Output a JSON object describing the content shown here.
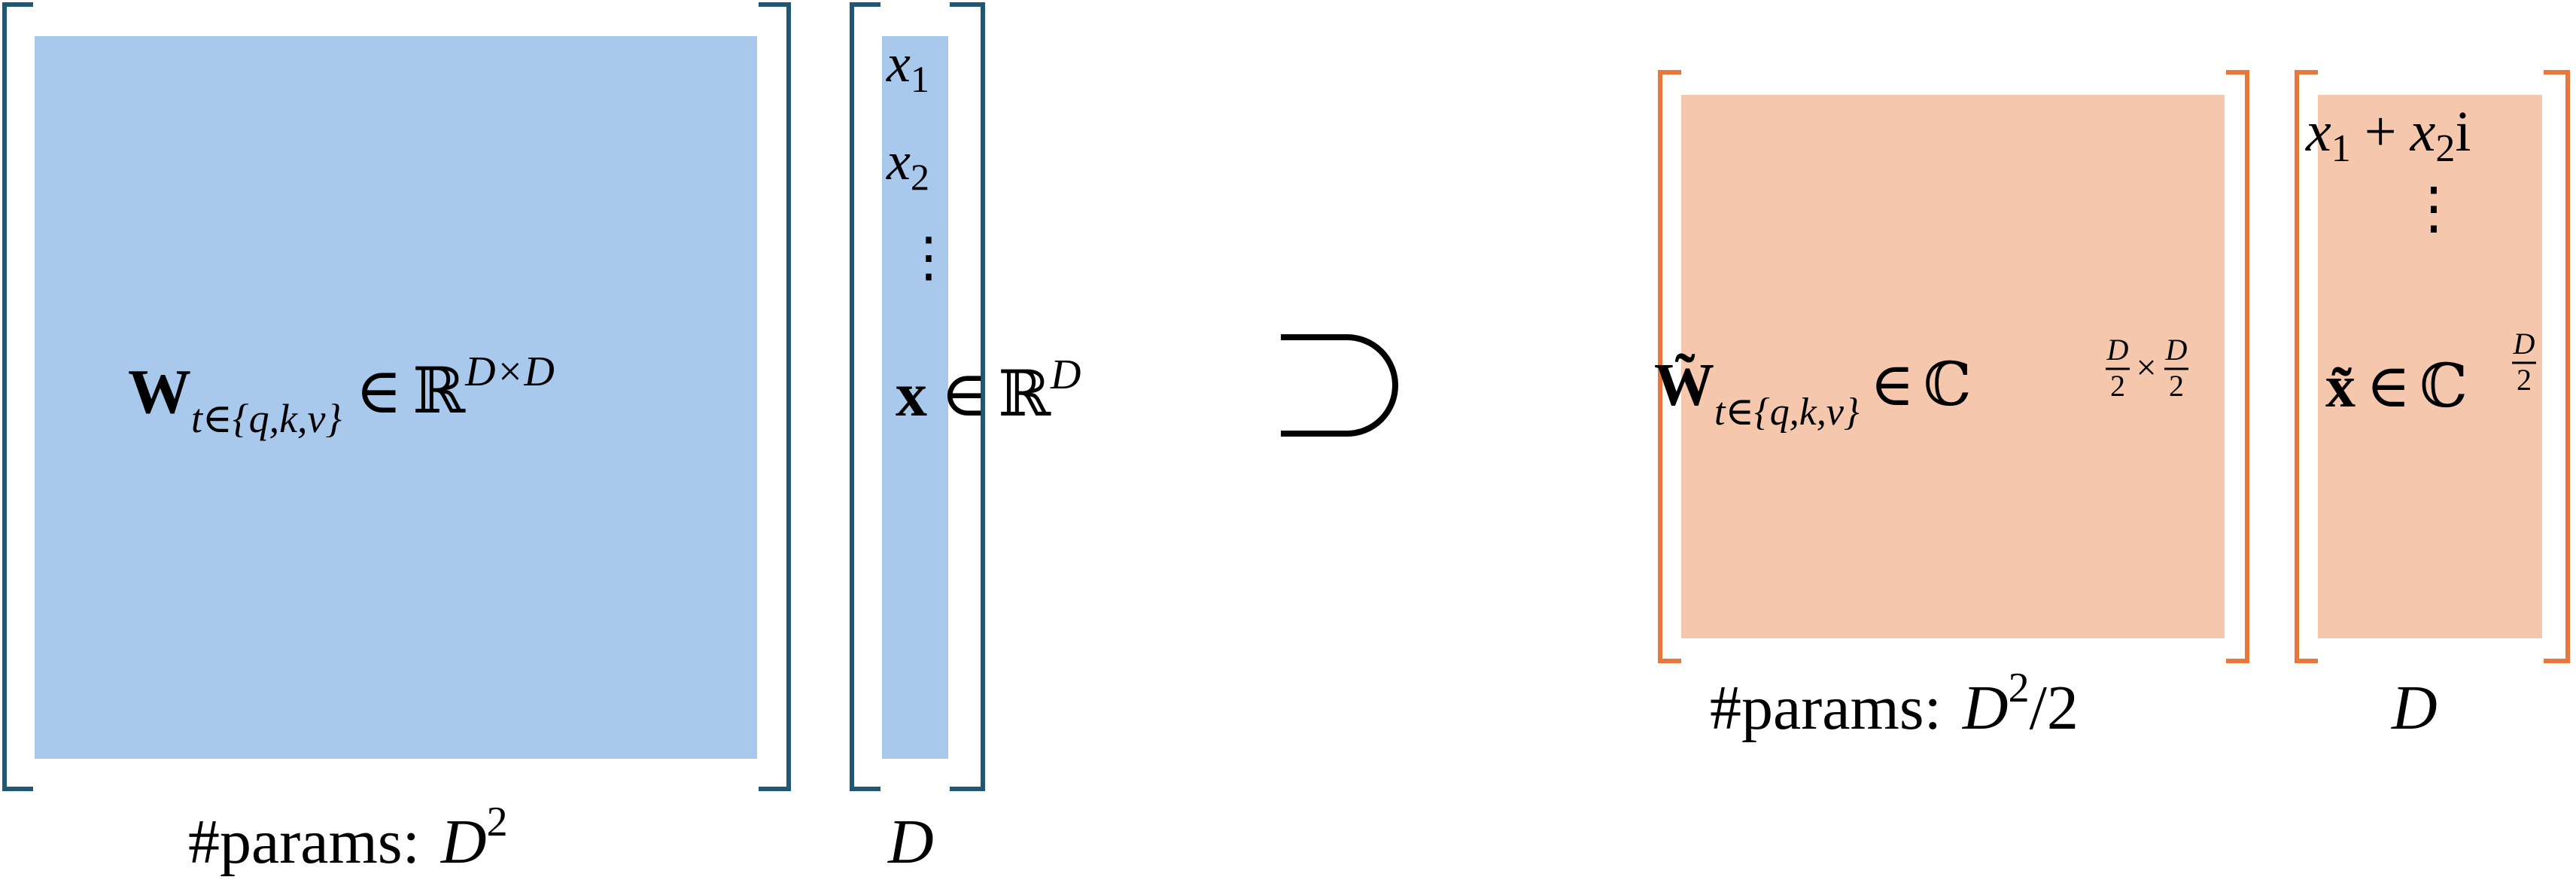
{
  "colors": {
    "real_fill": "#a8c9eb",
    "real_bracket": "#1f5775",
    "complex_fill": "#f5c8ae",
    "complex_bracket": "#e8773a",
    "text": "#000000"
  },
  "real": {
    "weight": {
      "symbol": "W",
      "subscript": "t∈{q,k,v}",
      "in_symbol": "∈",
      "field": "ℝ",
      "field_exponent": "D×D"
    },
    "vector": {
      "entries": [
        "x",
        "x"
      ],
      "entry_subscripts": [
        "1",
        "2"
      ],
      "dots": "⋮",
      "symbol": "x",
      "in_symbol": "∈",
      "field": "ℝ",
      "field_exponent": "D"
    },
    "params_label": "#params:",
    "params_value": "D",
    "params_exponent": "2",
    "vector_dim_label": "D"
  },
  "relation_symbol": "⊃",
  "complex": {
    "weight": {
      "symbol": "W̃",
      "subscript": "t∈{q,k,v}",
      "in_symbol": "∈",
      "field": "ℂ",
      "exp_numerator": "D",
      "exp_denominator": "2",
      "exp_times": "×"
    },
    "vector": {
      "entry_a": "x",
      "entry_a_sub": "1",
      "plus": "+",
      "entry_b": "x",
      "entry_b_sub": "2",
      "imag": "i",
      "dots": "⋮",
      "symbol": "x̃",
      "in_symbol": "∈",
      "field": "ℂ",
      "exp_numerator": "D",
      "exp_denominator": "2"
    },
    "params_label": "#params:",
    "params_value": "D",
    "params_exponent": "2",
    "params_suffix": "/2",
    "vector_dim_label": "D"
  }
}
